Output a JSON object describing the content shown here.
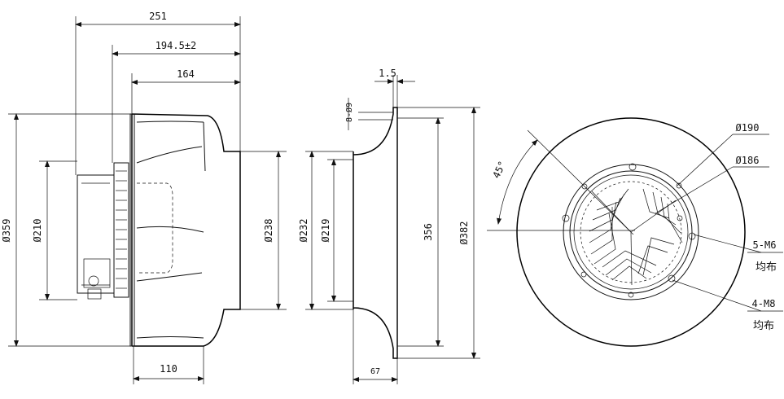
{
  "title": "",
  "views": {
    "side": {
      "dims": {
        "overall_length": "251",
        "mount_length": "194.5±2",
        "body_length": "164",
        "outlet_length": "110",
        "diameter_outer": "Ø359",
        "diameter_motor": "Ø210",
        "diameter_inlet": "Ø238"
      }
    },
    "section": {
      "dims": {
        "thickness": "1.5",
        "holes": "8-Ø9",
        "inlet_d1": "Ø232",
        "inlet_d2": "Ø219",
        "bolt_circle": "356",
        "flange_d": "Ø382",
        "depth": "67"
      }
    },
    "front": {
      "dims": {
        "angle": "45°",
        "d190": "Ø190",
        "d186": "Ø186",
        "m6": "5-M6",
        "m6_note": "均布",
        "m8": "4-M8",
        "m8_note": "均布"
      }
    }
  }
}
